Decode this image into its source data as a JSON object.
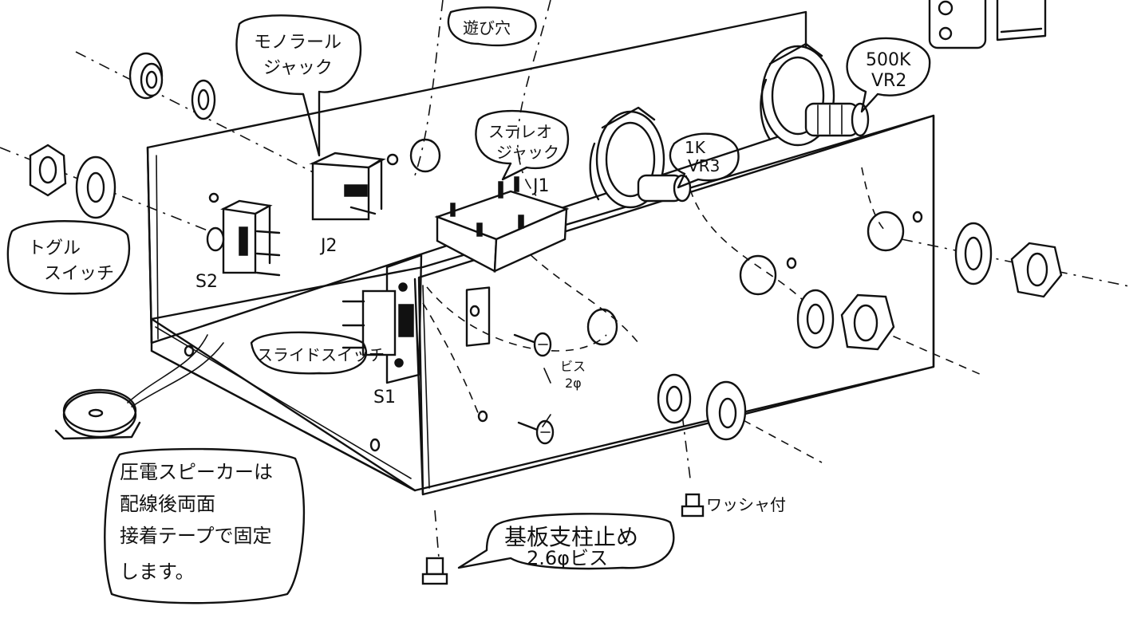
{
  "labels": {
    "mono_jack": [
      "モノラール",
      "ジャック"
    ],
    "play_hole": "遊び穴",
    "stereo_jack": [
      "ステレオ",
      "ジャック"
    ],
    "vr3": [
      "1K",
      "VR3"
    ],
    "vr2": [
      "500K",
      "VR2"
    ],
    "toggle_switch": [
      "トグル",
      "スイッチ"
    ],
    "slide_switch": "スライドスイッチ",
    "screw": [
      "ビス",
      "2φ"
    ],
    "washer": "ワッシャ付",
    "standoff_screw": [
      "基板支柱止め",
      "2.6φビス"
    ],
    "speaker_note": [
      "圧電スピーカーは",
      "配線後両面",
      "接着テープで固定",
      "します。"
    ],
    "j1": "J1",
    "j2": "J2",
    "s1": "S1",
    "s2": "S2"
  }
}
